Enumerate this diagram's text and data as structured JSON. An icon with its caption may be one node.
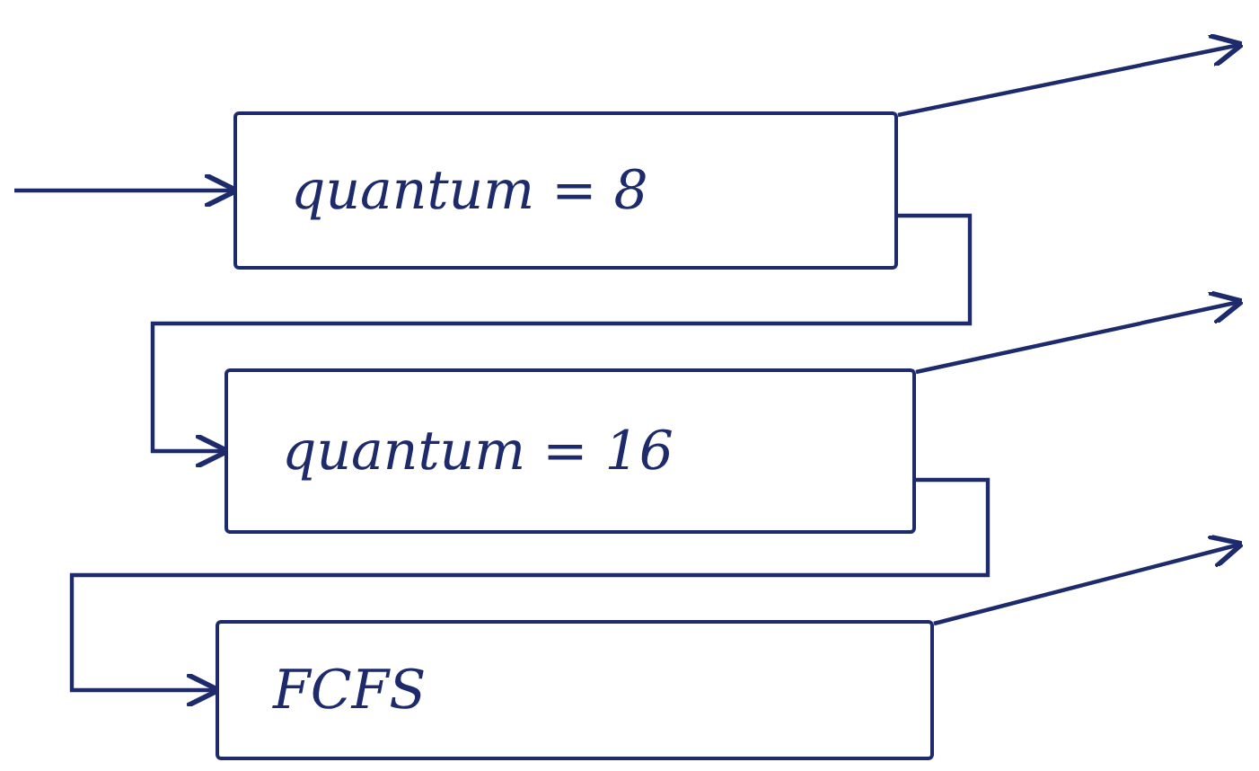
{
  "diagram": {
    "nodes": [
      {
        "text": [
          "quantum = 8"
        ]
      },
      {
        "text": [
          "quantum = 16"
        ]
      },
      {
        "text": [
          "FCFS"
        ]
      }
    ],
    "edges": [
      {
        "from": null,
        "to": 0,
        "arrow": "to"
      },
      {
        "from": 0,
        "to": null,
        "arrow": "to"
      },
      {
        "from": 0,
        "to": 1,
        "arrow": "to"
      },
      {
        "from": 1,
        "to": null,
        "arrow": "to"
      },
      {
        "from": 1,
        "to": 2,
        "arrow": "to"
      },
      {
        "from": 2,
        "to": null,
        "arrow": "to"
      }
    ]
  }
}
